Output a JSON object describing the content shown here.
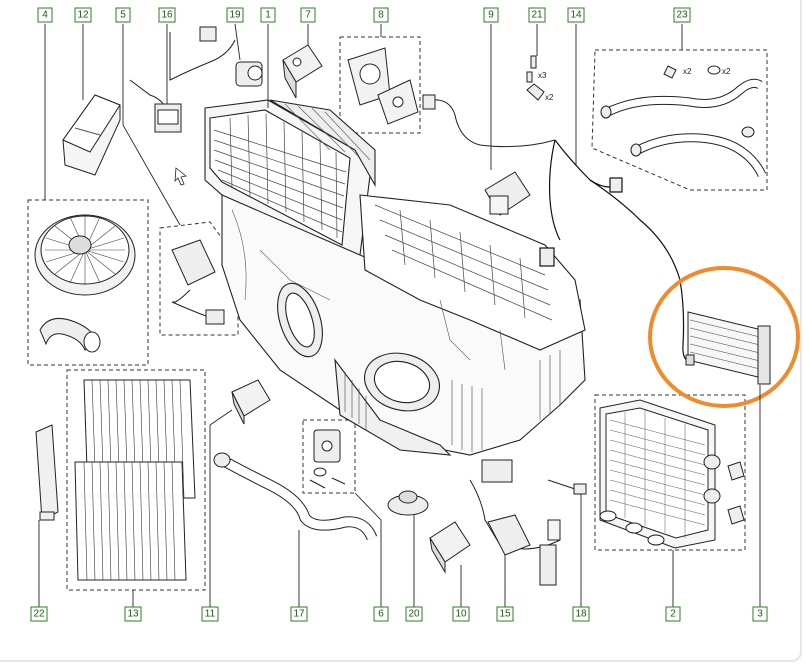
{
  "diagram": {
    "callouts": [
      "1",
      "2",
      "3",
      "4",
      "5",
      "6",
      "7",
      "8",
      "9",
      "10",
      "11",
      "12",
      "13",
      "14",
      "15",
      "16",
      "17",
      "18",
      "19",
      "20",
      "21",
      "22",
      "23"
    ],
    "quantity_labels": {
      "screws": "x3",
      "clips": "x2",
      "hose_clips": "x2",
      "orings": "x2"
    },
    "highlight_color": "#f08a2a",
    "callout_color": "#2e7d24"
  }
}
